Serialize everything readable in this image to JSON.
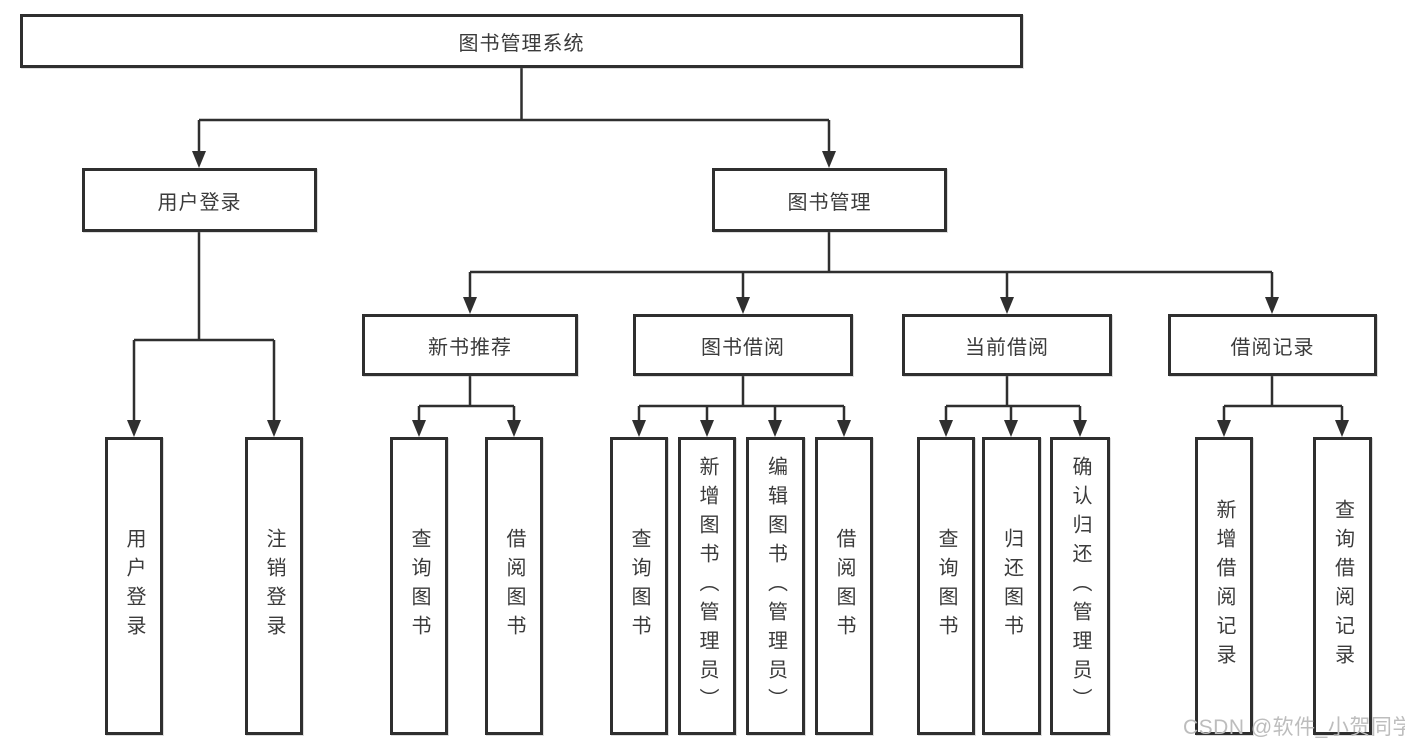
{
  "tree": {
    "root": {
      "label": "图书管理系统"
    },
    "children": [
      {
        "label": "用户登录",
        "children": [
          {
            "label": "用户登录"
          },
          {
            "label": "注销登录"
          }
        ]
      },
      {
        "label": "图书管理",
        "children": [
          {
            "label": "新书推荐",
            "children": [
              {
                "label": "查询图书"
              },
              {
                "label": "借阅图书"
              }
            ]
          },
          {
            "label": "图书借阅",
            "children": [
              {
                "label": "查询图书"
              },
              {
                "label": "新增图书（管理员）"
              },
              {
                "label": "编辑图书（管理员）"
              },
              {
                "label": "借阅图书"
              }
            ]
          },
          {
            "label": "当前借阅",
            "children": [
              {
                "label": "查询图书"
              },
              {
                "label": "归还图书"
              },
              {
                "label": "确认归还（管理员）"
              }
            ]
          },
          {
            "label": "借阅记录",
            "children": [
              {
                "label": "新增借阅记录"
              },
              {
                "label": "查询借阅记录"
              }
            ]
          }
        ]
      }
    ]
  },
  "watermark": {
    "text": "CSDN @软件_小贺同学"
  },
  "colors": {
    "line": "#2f2f2f",
    "box_border": "#2f2f2f",
    "text": "#3b3b3b",
    "watermark": "#bdbdbd",
    "background": "#ffffff"
  }
}
